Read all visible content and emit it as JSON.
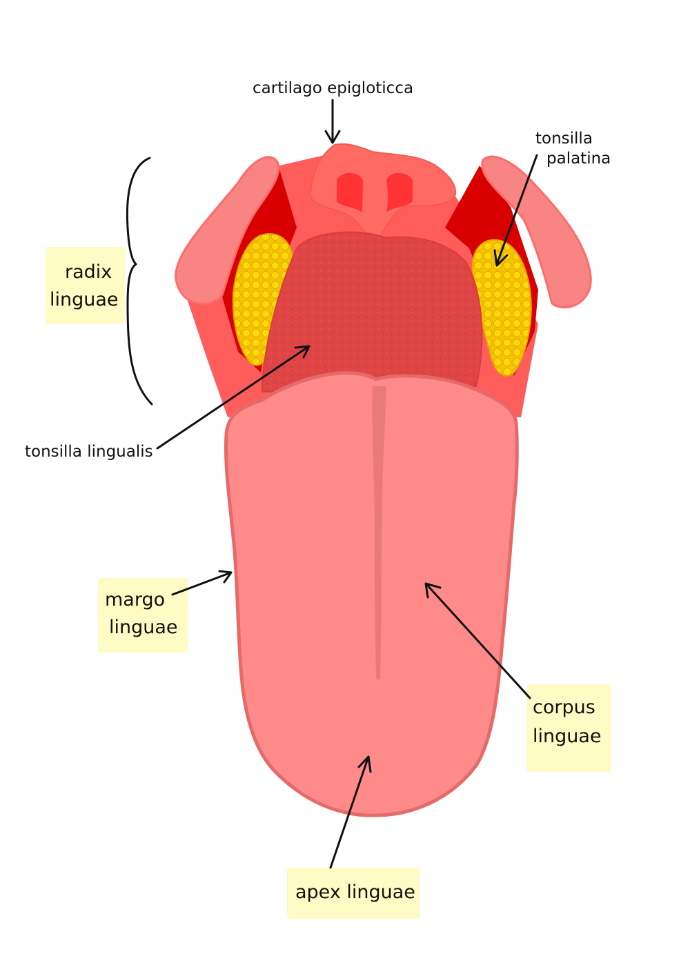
{
  "labels": {
    "cartilago": "cartilago epigloticca",
    "tonsilla_palatina_1": "tonsilla",
    "tonsilla_palatina_2": "palatina",
    "radix_1": "radix",
    "radix_2": "linguae",
    "tonsilla_lingualis": "tonsilla lingualis",
    "margo_1": "margo",
    "margo_2": "linguae",
    "corpus_1": "corpus",
    "corpus_2": "linguae",
    "apex": "apex linguae"
  },
  "colors": {
    "highlight": "#FFFBC4",
    "tongue_body": "#FF8A8A",
    "tongue_outline": "#E56B6B",
    "root": "#E04545",
    "throat_outer": "#FF5C5C",
    "throat_dark": "#D90000",
    "flaps": "#F98484",
    "epiglottis": "#FF6B63",
    "tonsil": "#F5C300",
    "tonsil_dot": "#FFD80A",
    "ink": "#111111"
  }
}
